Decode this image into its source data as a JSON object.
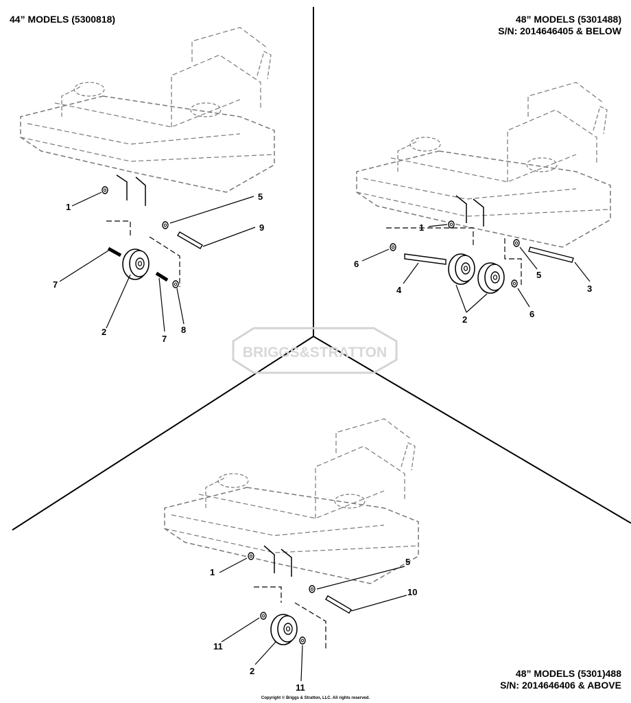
{
  "titles": {
    "panel_44": "44” MODELS (5300818)",
    "panel_48_below_l1": "48” MODELS (5301488)",
    "panel_48_below_l2": "S/N: 2014646405 & BELOW",
    "panel_48_above_l1": "48” MODELS (5301)488",
    "panel_48_above_l2": "S/N: 2014646406 & ABOVE"
  },
  "watermark": "BRIGGS&STRATTON",
  "copyright": "Copyright © Briggs & Stratton, LLC. All rights reserved.",
  "callouts": {
    "p1_1": "1",
    "p1_5": "5",
    "p1_9": "9",
    "p1_7a": "7",
    "p1_2": "2",
    "p1_7b": "7",
    "p1_8": "8",
    "p2_1": "1",
    "p2_6a": "6",
    "p2_4": "4",
    "p2_2": "2",
    "p2_6b": "6",
    "p2_5": "5",
    "p2_3": "3",
    "p3_1": "1",
    "p3_5": "5",
    "p3_10": "10",
    "p3_11a": "11",
    "p3_2": "2",
    "p3_11b": "11"
  },
  "colors": {
    "line": "#000000",
    "dashed": "#666666",
    "watermark": "#d4d4d4"
  }
}
